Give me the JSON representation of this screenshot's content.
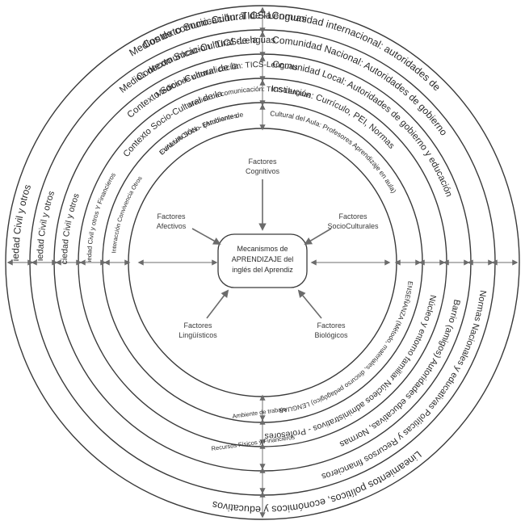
{
  "center": {
    "lines": [
      "Mecanismos de",
      "APRENDIZAJE del",
      "inglés del Aprendiz"
    ]
  },
  "factors": {
    "cognitivos": [
      "Factores",
      "Cognitivos"
    ],
    "afectivos": [
      "Factores",
      "Afectivos"
    ],
    "socioculturales": [
      "Factores",
      "SocioCulturales"
    ],
    "linguisticos": [
      "Factores",
      "Lingüísticos"
    ],
    "biologicos": [
      "Factores",
      "Biológicos"
    ]
  },
  "rings": {
    "r1": {
      "top_left": "Contexto Socio-Cultural de la",
      "top_right": "Comunidad internacional: autoridades de",
      "left": "Sociedad Civil y otros",
      "right": "Lineamientos políticos, económicos y educativos",
      "bottom": "Medios de comunicación: TICS-Lenguas"
    },
    "r2": {
      "top_left": "Contexto Socio-Cultural de la",
      "top_right": "Comunidad Nacional: Autoridades de gobierno",
      "left": "Sociedad Civil y otros",
      "right": "Normas Nacionales y educativas Políticas y Recursos financieros",
      "bottom": "Medios decomunicación: TICS-Lenguas"
    },
    "r3": {
      "top_left": "Contexto Socio-Cultural de la",
      "top_right": "Comunidad Local: Autoridades de gobierno y educación",
      "left": "Sociedad Civil y otros",
      "right": "Barrio (amigos) Autoridades educativas, Normas",
      "bottom": "Medios de comunicación: TICS-Lenguas"
    },
    "r4": {
      "top_left": "Contexto Socio-Cultural de la",
      "top_right": "Institución: Currículo, PEI, Normas",
      "left": "Sociedad Civil y otros Y Financieros",
      "right": "Núcleo y entorno familiar Núcleos administrativos - Profesores",
      "bottom": "Medios de comunicación: TICS-Lenguas"
    },
    "r5": {
      "top_left": "Contexto Socio- (Ambiente de",
      "top_right": "Cultural del Aula: Profesores Aprendizaje en aula)",
      "left": "Interacción Convivencia Otros",
      "right": "ENSEÑANZA (Método, materiales, discurso pedagógico) LENGUAS",
      "bottom": "EVALUACIÓN - Estudiantes"
    },
    "bottom_stack": [
      "Ambiente de trabajo",
      "Recursos Físicos y Financieros"
    ]
  }
}
